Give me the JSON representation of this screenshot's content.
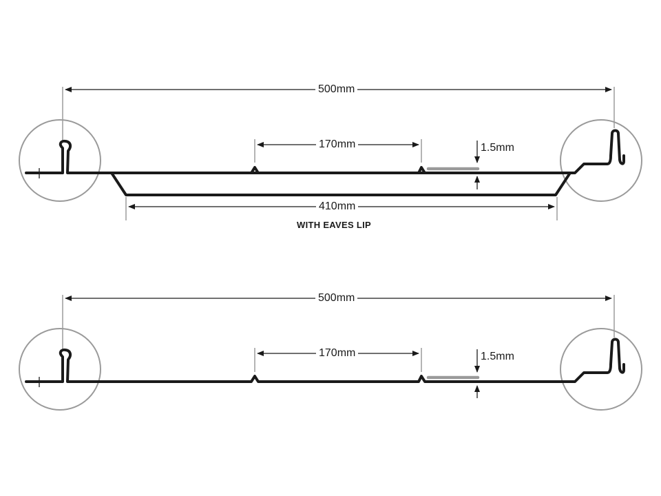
{
  "diagram": {
    "profile_with_lip": {
      "overall_width": "500mm",
      "rib_spacing": "170mm",
      "thickness": "1.5mm",
      "lip_width": "410mm",
      "caption": "WITH EAVES LIP"
    },
    "profile_plain": {
      "overall_width": "500mm",
      "rib_spacing": "170mm",
      "thickness": "1.5mm"
    },
    "colors": {
      "profile": "#1a1a1a",
      "dimension": "#1a1a1a",
      "extension": "#9a9a9a",
      "highlight": "#9a9a9a"
    }
  }
}
